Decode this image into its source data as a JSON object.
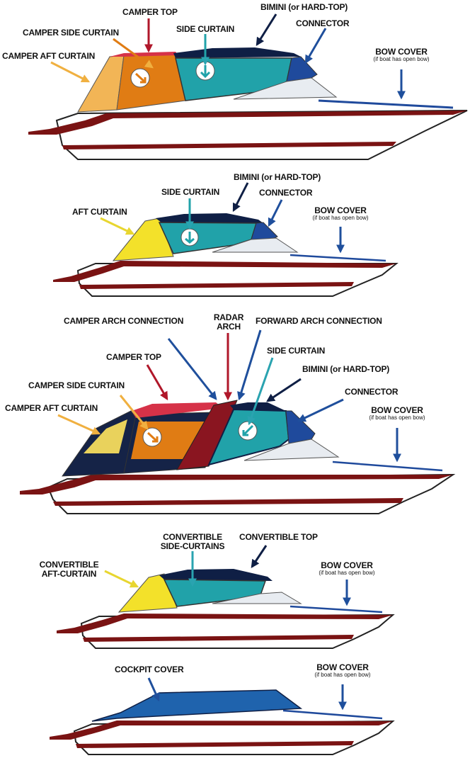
{
  "colors": {
    "hull_stripe": "#7a1313",
    "hull_white": "#ffffff",
    "bimini_top": "#0f1f45",
    "side_curtain": "#21a2a9",
    "connector": "#1f4a9c",
    "camper_top": "#d63248",
    "camper_side": "#e07c14",
    "camper_aft": "#f2b556",
    "aft_yellow": "#f3e12a",
    "radar_arch": "#8a1520",
    "cockpit_cover": "#1f63ad",
    "arrow_red": "#b0172a",
    "arrow_blue": "#1f4f9c",
    "arrow_navy": "#0f1f45",
    "arrow_teal": "#2aa3b0",
    "arrow_yellow": "#f2e54a",
    "arrow_orange": "#f0b040"
  },
  "boat1": {
    "camper_top": "CAMPER TOP",
    "bimini": "BIMINI (or HARD-TOP)",
    "camper_side_curtain": "CAMPER SIDE CURTAIN",
    "side_curtain": "SIDE CURTAIN",
    "connector": "CONNECTOR",
    "camper_aft_curtain": "CAMPER AFT CURTAIN",
    "bow_cover": "BOW COVER",
    "bow_cover_note": "(if boat has open bow)"
  },
  "boat2": {
    "bimini": "BIMINI (or HARD-TOP)",
    "side_curtain": "SIDE CURTAIN",
    "connector": "CONNECTOR",
    "aft_curtain": "AFT CURTAIN",
    "bow_cover": "BOW COVER",
    "bow_cover_note": "(if boat has open bow)"
  },
  "boat3": {
    "camper_arch_connection": "CAMPER ARCH CONNECTION",
    "radar_arch_line1": "RADAR",
    "radar_arch_line2": "ARCH",
    "forward_arch_connection": "FORWARD ARCH CONNECTION",
    "side_curtain": "SIDE CURTAIN",
    "camper_top": "CAMPER TOP",
    "bimini": "BIMINI (or HARD-TOP)",
    "camper_side_curtain": "CAMPER SIDE CURTAIN",
    "connector": "CONNECTOR",
    "camper_aft_curtain": "CAMPER AFT CURTAIN",
    "bow_cover": "BOW COVER",
    "bow_cover_note": "(if boat has open bow)"
  },
  "boat4": {
    "convertible_side_curtains_line1": "CONVERTIBLE",
    "convertible_side_curtains_line2": "SIDE-CURTAINS",
    "convertible_top": "CONVERTIBLE TOP",
    "convertible_aft_curtain_line1": "CONVERTIBLE",
    "convertible_aft_curtain_line2": "AFT-CURTAIN",
    "bow_cover": "BOW COVER",
    "bow_cover_note": "(if boat has open bow)"
  },
  "boat5": {
    "cockpit_cover": "COCKPIT COVER",
    "bow_cover": "BOW COVER",
    "bow_cover_note": "(if boat has open bow)"
  }
}
